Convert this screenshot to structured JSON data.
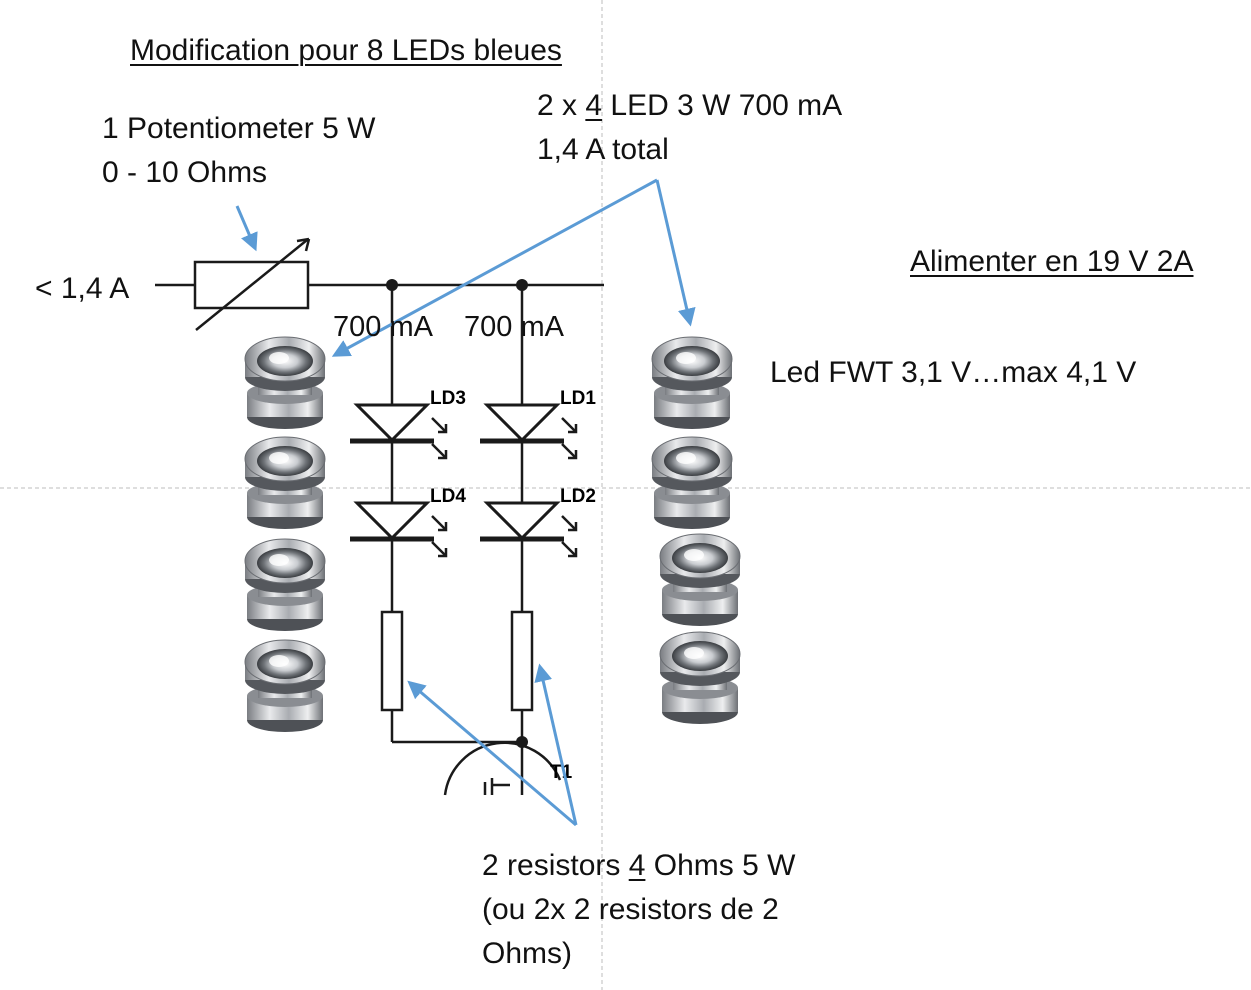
{
  "title": "Modification pour 8 LEDs bleues",
  "led_spec": {
    "line1_pre": "2 x ",
    "line1_num": "4",
    "line1_post": " LED 3 W 700 mA",
    "line2": "1,4 A total"
  },
  "pot_spec": {
    "line1": "1 Potentiometer 5 W",
    "line2": "0 - 10 Ohms"
  },
  "current_in": "< 1,4 A",
  "supply": "Alimenter en 19 V 2A",
  "branch_currents": [
    "700 mA",
    "700 mA"
  ],
  "led_type": "Led FWT 3,1 V…max 4,1 V",
  "resistor_note": {
    "line1_pre": "2 resistors ",
    "line1_num": "4",
    "line1_post": " Ohms 5 W",
    "line2": "(ou 2x 2 resistors de 2",
    "line3": "Ohms)"
  },
  "components": {
    "ld3": "LD3",
    "ld1": "LD1",
    "ld4": "LD4",
    "ld2": "LD2",
    "t1": "T1"
  },
  "colors": {
    "arrow": "#5b9bd5",
    "wire": "#1a1a1a",
    "guide": "#bdbdbd"
  }
}
